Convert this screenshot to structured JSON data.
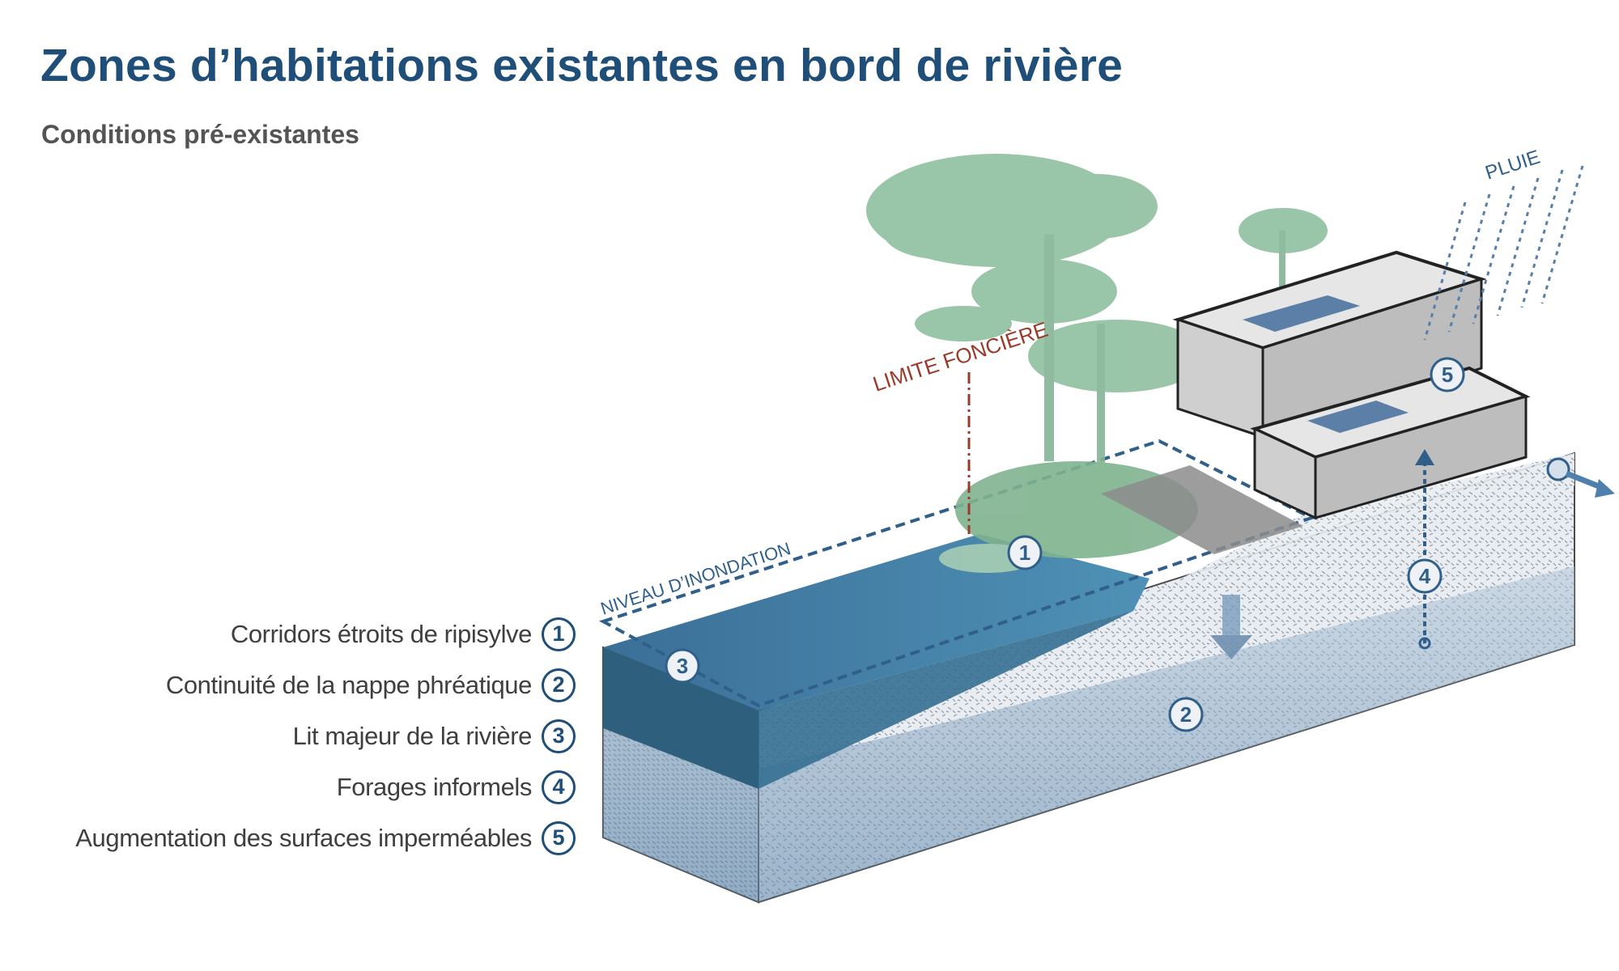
{
  "title": "Zones d’habitations existantes en bord de rivière",
  "subtitle": "Conditions pré-existantes",
  "legend": [
    {
      "number": "1",
      "label": "Corridors étroits de ripisylve"
    },
    {
      "number": "2",
      "label": "Continuité de la nappe phréatique"
    },
    {
      "number": "3",
      "label": "Lit majeur de la rivière"
    },
    {
      "number": "4",
      "label": "Forages informels"
    },
    {
      "number": "5",
      "label": "Augmentation des surfaces imperméables"
    }
  ],
  "diagram_labels": {
    "flood_level": "NIVEAU D’INONDATION",
    "property_limit": "LIMITE FONCIÈRE",
    "rain": "PLUIE"
  },
  "markers": [
    "1",
    "2",
    "3",
    "4",
    "5"
  ],
  "colors": {
    "title": "#1f4e79",
    "water_top": "#3f7ea9",
    "water_side": "#2e5f7d",
    "vegetation": "#8fbf9f",
    "property_limit": "#9b3a2a",
    "ground": "#b9c9d8"
  }
}
